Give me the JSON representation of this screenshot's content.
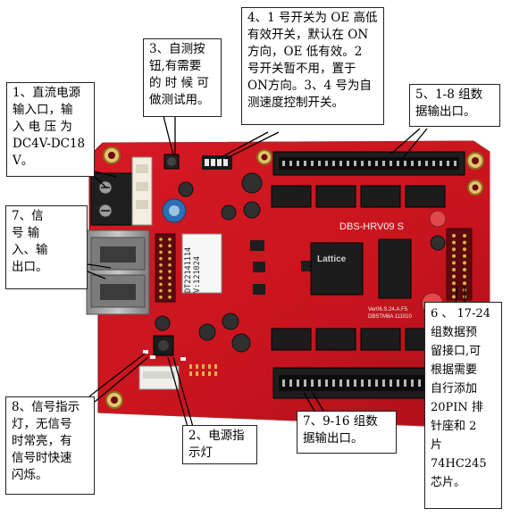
{
  "board": {
    "model_label": "DBS-HRV09 S",
    "chip_label_line1": "DT22141114",
    "chip_label_line2": "V:121024",
    "main_chip_brand": "Lattice",
    "version_label_line1": "Ver06.S.24.A.F5",
    "version_label_line2": "DBSTM8A  111010"
  },
  "callouts": {
    "c1": "1、直流电源\n输入口，输\n入 电 压 为\nDC4V-DC18\nV。",
    "c3": "3、自测按\n钮,有需要\n的 时 候 可\n做测试用。",
    "c4": "4、1 号开关为 OE 高低\n有效开关，默认在 ON\n方向，OE 低有效。2\n号开关暂不用，置于\nON方向。3、4 号为自\n测速度控制开关。",
    "c5": "5、1-8 组数\n据输出口。",
    "c7a": "7、信\n号  输\n入、输\n出口。",
    "c6": "6 、 17-24\n组数据预\n留接口,可\n根据需要\n自行添加\n20PIN  排\n针座和 2\n片\n74HC245\n芯片。",
    "c8": "8、信号指示\n灯，无信号\n时常亮，有\n信号时快速\n闪烁。",
    "c2": "2、电源指\n示灯",
    "c7b": "7、9-16 组数\n据输出口。"
  },
  "colors": {
    "pcb": "#c8141e",
    "pcb_dark": "#8e0c14",
    "chip": "#1c1c1c",
    "connector": "#2a2a2a",
    "metal": "#a9a9a9"
  }
}
